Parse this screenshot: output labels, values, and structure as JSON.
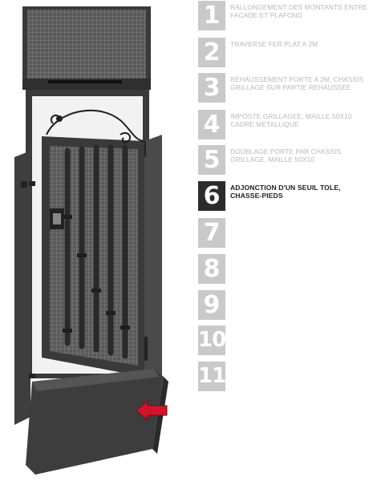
{
  "steps": [
    {
      "num": "1",
      "text": "RALLONGEMENT DES MONTANTS ENTRE FACADE ET PLAFOND",
      "active": false
    },
    {
      "num": "2",
      "text": "TRAVERSE FER PLAT A 2M",
      "active": false
    },
    {
      "num": "3",
      "text": "REHAUSSEMENT PORTE A 2M, CHASSIS GRILLAGE SUR PARTIE REHAUSSEE",
      "active": false
    },
    {
      "num": "4",
      "text": "IMPOSTE GRILLAGEE, MAILLE 50x10 CADRE METALLIQUE",
      "active": false
    },
    {
      "num": "5",
      "text": "DOUBLAGE PORTE PAR CHASSIS GRILLAGE, MAILLE 50x10",
      "active": false
    },
    {
      "num": "6",
      "text": "ADJONCTION D'UN SEUIL TOLE, CHASSE-PIEDS",
      "active": true
    },
    {
      "num": "7",
      "text": "",
      "active": false
    },
    {
      "num": "8",
      "text": "",
      "active": false
    },
    {
      "num": "9",
      "text": "",
      "active": false
    },
    {
      "num": "10",
      "text": "",
      "active": false
    },
    {
      "num": "11",
      "text": "",
      "active": false
    }
  ],
  "colors": {
    "frame": "#3a3a3a",
    "panel": "#4a4a4a",
    "mesh": "#7d7d7d",
    "kick_plate": "#3d3d3d",
    "arrow": "#d0152b",
    "active_badge": "#2b2b2b",
    "inactive_badge": "#c9c9c9"
  }
}
